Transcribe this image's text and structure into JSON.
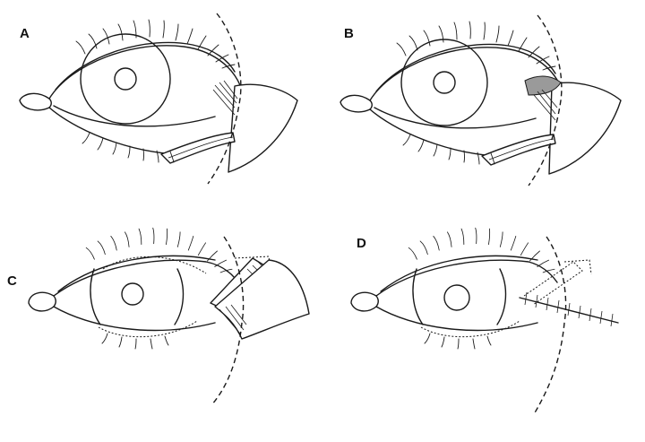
{
  "panels": [
    {
      "label": "A"
    },
    {
      "label": "B"
    },
    {
      "label": "C"
    },
    {
      "label": "D"
    }
  ],
  "colors": {
    "line": "#1a1a1a",
    "shade": "#9a9a9a",
    "background": "#ffffff"
  }
}
